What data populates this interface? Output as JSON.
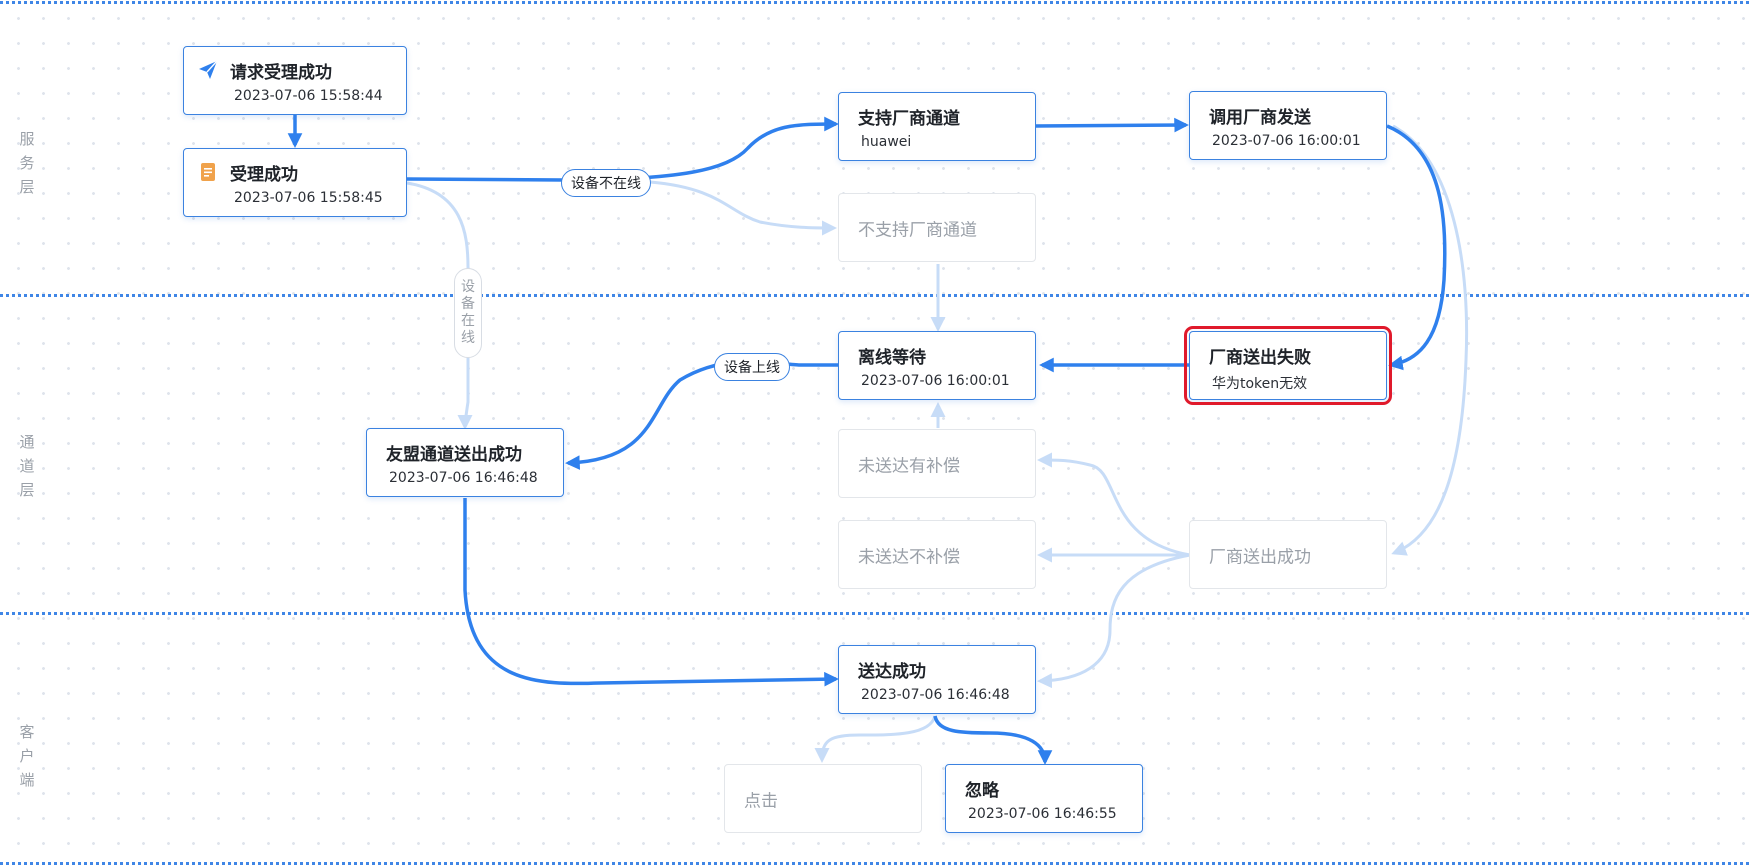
{
  "lanes": {
    "service": [
      "服",
      "务",
      "层"
    ],
    "channel": [
      "通",
      "道",
      "层"
    ],
    "client": [
      "客",
      "户",
      "端"
    ]
  },
  "nodes": {
    "request_accepted": {
      "title": "请求受理成功",
      "sub": "2023-07-06 15:58:44",
      "icon": "paper-plane-icon"
    },
    "accepted": {
      "title": "受理成功",
      "sub": "2023-07-06 15:58:45",
      "icon": "document-icon"
    },
    "vendor_supported": {
      "title": "支持厂商通道",
      "sub": "huawei"
    },
    "vendor_unsupported": {
      "title": "不支持厂商通道"
    },
    "vendor_call": {
      "title": "调用厂商发送",
      "sub": "2023-07-06 16:00:01"
    },
    "offline_wait": {
      "title": "离线等待",
      "sub": "2023-07-06 16:00:01"
    },
    "vendor_failed": {
      "title": "厂商送出失败",
      "sub": "华为token无效"
    },
    "umeng_sent": {
      "title": "友盟通道送出成功",
      "sub": "2023-07-06 16:46:48"
    },
    "undelivered_compensate": {
      "title": "未送达有补偿"
    },
    "undelivered_no_compensate": {
      "title": "未送达不补偿"
    },
    "vendor_success": {
      "title": "厂商送出成功"
    },
    "delivered": {
      "title": "送达成功",
      "sub": "2023-07-06 16:46:48"
    },
    "clicked": {
      "title": "点击"
    },
    "ignored": {
      "title": "忽略",
      "sub": "2023-07-06 16:46:55"
    }
  },
  "edge_labels": {
    "device_offline": "设备不在线",
    "device_online": [
      "设",
      "备",
      "在",
      "线"
    ],
    "device_back_online": "设备上线"
  },
  "colors": {
    "active_edge": "#2f80ed",
    "inactive_edge": "#c7dcf7",
    "node_border": "#3b82e0",
    "error_outline": "#e0192b",
    "icon_orange": "#f0a24b"
  }
}
